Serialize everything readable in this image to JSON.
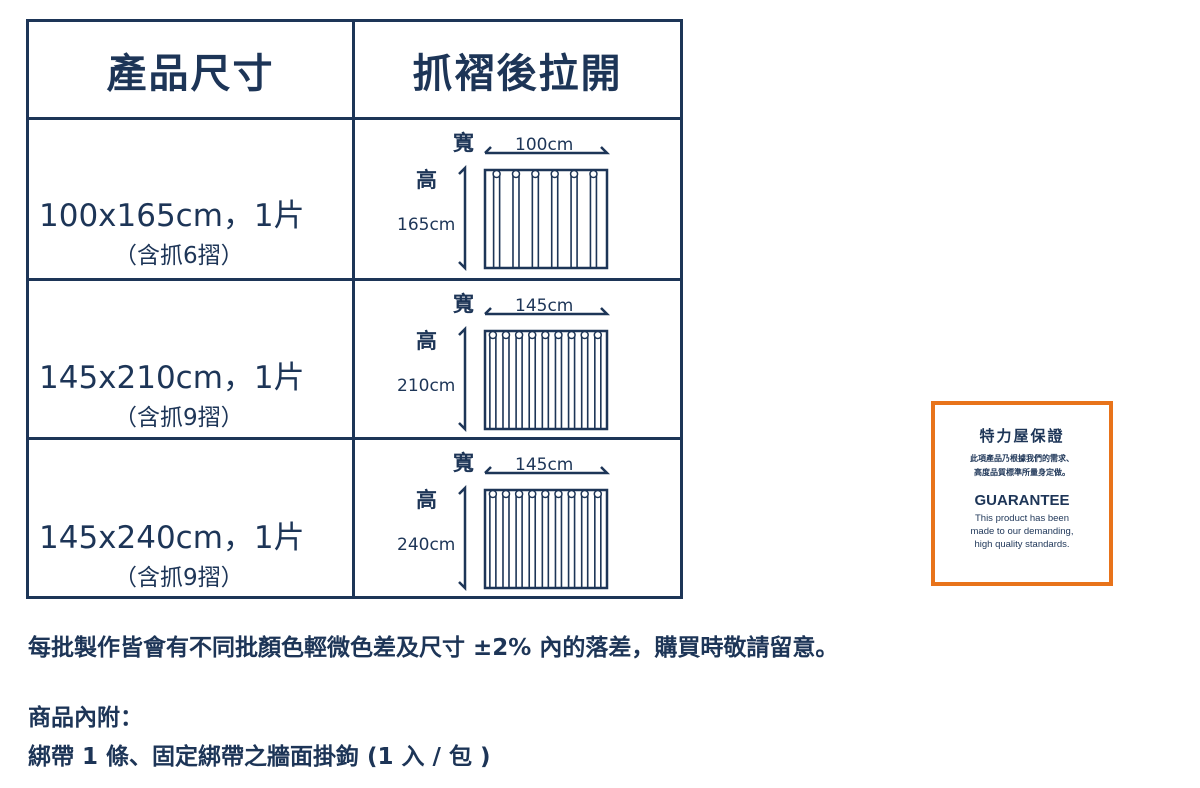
{
  "table": {
    "headers": [
      "產品尺寸",
      "抓褶後拉開"
    ],
    "rows": [
      {
        "size": "100x165cm，1片",
        "pleats_label": "（含抓6摺）",
        "width_label": "寬",
        "width": "100cm",
        "height_label": "高",
        "height": "165cm",
        "pleats": 6
      },
      {
        "size": "145x210cm，1片",
        "pleats_label": "（含抓9摺）",
        "width_label": "寬",
        "width": "145cm",
        "height_label": "高",
        "height": "210cm",
        "pleats": 9
      },
      {
        "size": "145x240cm，1片",
        "pleats_label": "（含抓9摺）",
        "width_label": "寬",
        "width": "145cm",
        "height_label": "高",
        "height": "240cm",
        "pleats": 9
      }
    ]
  },
  "guarantee": {
    "title_zh": "特力屋保證",
    "line1_zh": "此項產品乃根據我們的需求、",
    "line2_zh": "高度品質標準所量身定做。",
    "title_en": "GUARANTEE",
    "line1_en": "This product has been",
    "line2_en": "made to our demanding,",
    "line3_en": "high quality standards."
  },
  "note": "每批製作皆會有不同批顏色輕微色差及尺寸 ±2% 內的落差，購買時敬請留意。",
  "included_title": "商品內附：",
  "included_items": "綁帶 1 條、固定綁帶之牆面掛鉤 (1 入 / 包 )",
  "colors": {
    "navy": "#1d3557",
    "orange": "#e8731a"
  }
}
